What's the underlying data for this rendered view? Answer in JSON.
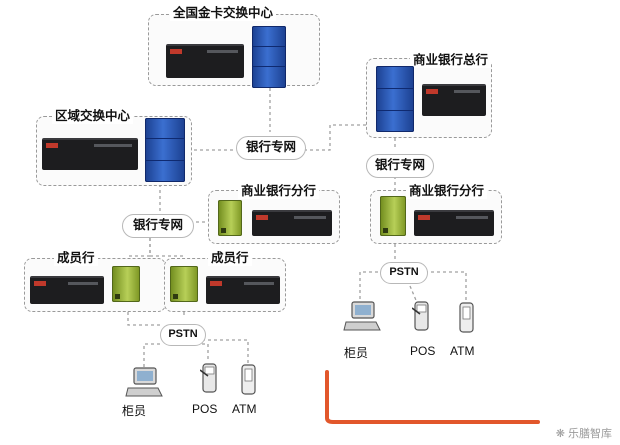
{
  "nodes": {
    "national_center": "全国金卡交换中心",
    "regional_center": "区域交换中心",
    "hq": "商业银行总行",
    "branch_left": "商业银行分行",
    "branch_right": "商业银行分行",
    "member_a": "成员行",
    "member_b": "成员行"
  },
  "networks": {
    "bank_net_main": "银行专网",
    "bank_net_right": "银行专网",
    "bank_net_left": "银行专网",
    "pstn_left": "PSTN",
    "pstn_right": "PSTN"
  },
  "terminals": {
    "left": {
      "counter": "柜员",
      "pos": "POS",
      "atm": "ATM"
    },
    "right": {
      "counter": "柜员",
      "pos": "POS",
      "atm": "ATM"
    }
  },
  "icons": {
    "server_rack": "rack-server-icon",
    "core_switch": "blue-switch-cube-icon",
    "branch_server": "green-tower-server-icon",
    "cloud": "network-cloud-icon",
    "terminal_pc": "computer-icon",
    "pos_device": "pos-terminal-icon",
    "atm_device": "atm-icon"
  },
  "colors": {
    "core_switch": "#2f5fc4",
    "branch_server": "#9db53a",
    "accent_line": "#e2572b",
    "dashed_border": "#9a9a9a"
  },
  "watermark": "乐膳智库"
}
